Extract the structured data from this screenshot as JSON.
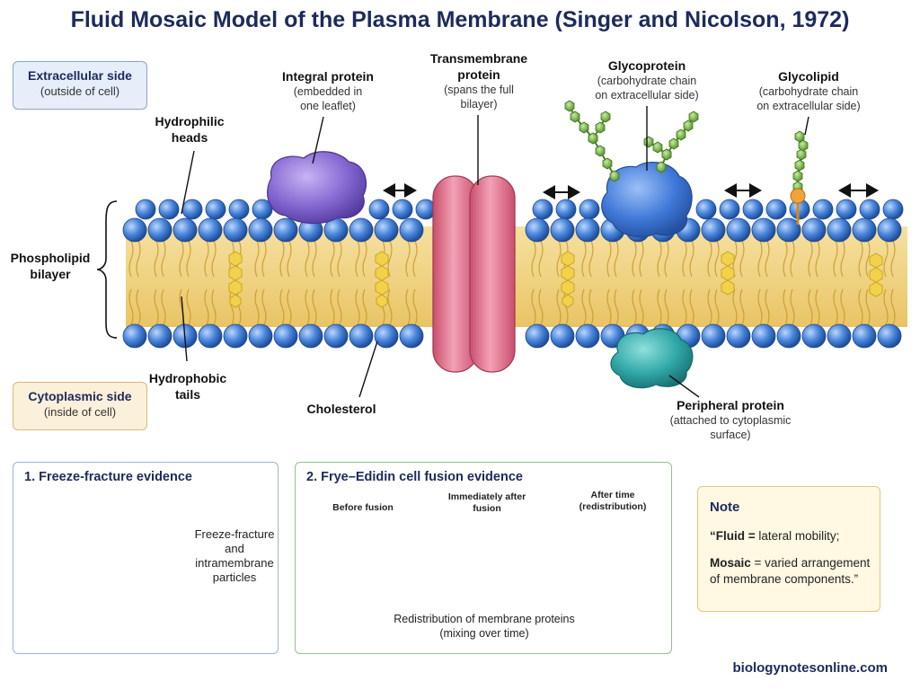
{
  "title": "Fluid Mosaic Model of the Plasma Membrane (Singer and Nicolson, 1972)",
  "sides": {
    "extracellular_title": "Extracellular side",
    "extracellular_sub": "(outside of cell)",
    "cytoplasmic_title": "Cytoplasmic side",
    "cytoplasmic_sub": "(inside of cell)"
  },
  "labels": {
    "hydrophilic_1": "Hydrophilic",
    "hydrophilic_2": "heads",
    "phospholipid_1": "Phospholipid",
    "phospholipid_2": "bilayer",
    "hydrophobic_1": "Hydrophobic",
    "hydrophobic_2": "tails",
    "cholesterol": "Cholesterol",
    "integral_title": "Integral protein",
    "integral_sub1": "(embedded in",
    "integral_sub2": "one leaflet)",
    "trans_title1": "Transmembrane",
    "trans_title2": "protein",
    "trans_sub1": "(spans the full",
    "trans_sub2": "bilayer)",
    "glycoprotein_title": "Glycoprotein",
    "glycoprotein_sub1": "(carbohydrate chain",
    "glycoprotein_sub2": "on extracellular side)",
    "glycolipid_title": "Glycolipid",
    "glycolipid_sub1": "(carbohydrate chain",
    "glycolipid_sub2": "on extracellular side)",
    "peripheral_title": "Peripheral protein",
    "peripheral_sub1": "(attached to cytoplasmic",
    "peripheral_sub2": "surface)"
  },
  "panel1": {
    "title": "1. Freeze-fracture evidence",
    "caption1": "Freeze-fracture",
    "caption2": "and",
    "caption3": "intramembrane",
    "caption4": "particles"
  },
  "panel2": {
    "title": "2. Frye–Edidin  cell fusion evidence",
    "stage1": "Before fusion",
    "stage2_1": "Immediately after",
    "stage2_2": "fusion",
    "stage3_1": "After time",
    "stage3_2": "(redistribution)",
    "caption1": "Redistribution of membrane proteins",
    "caption2": "(mixing over time)"
  },
  "note": {
    "title": "Note",
    "fluid_term": "“Fluid =",
    "fluid_def": "lateral mobility;",
    "mosaic_term": "Mosaic",
    "mosaic_def": "= varied arrangement of membrane components.”"
  },
  "footer": "biologynotesonline.com",
  "colors": {
    "title": "#1d2a5c",
    "head": "#3f7fd6",
    "tail": "#e0b44a",
    "cholesterol": "#f2d24a",
    "integral": "#8a6fd4",
    "transmembrane": "#e2788f",
    "glycoprotein": "#3f78d8",
    "peripheral": "#2fa6a6",
    "sugar": "#7bbf3e",
    "green_cell": "#cfe8c9",
    "orange_cell": "#f9d4b4"
  }
}
